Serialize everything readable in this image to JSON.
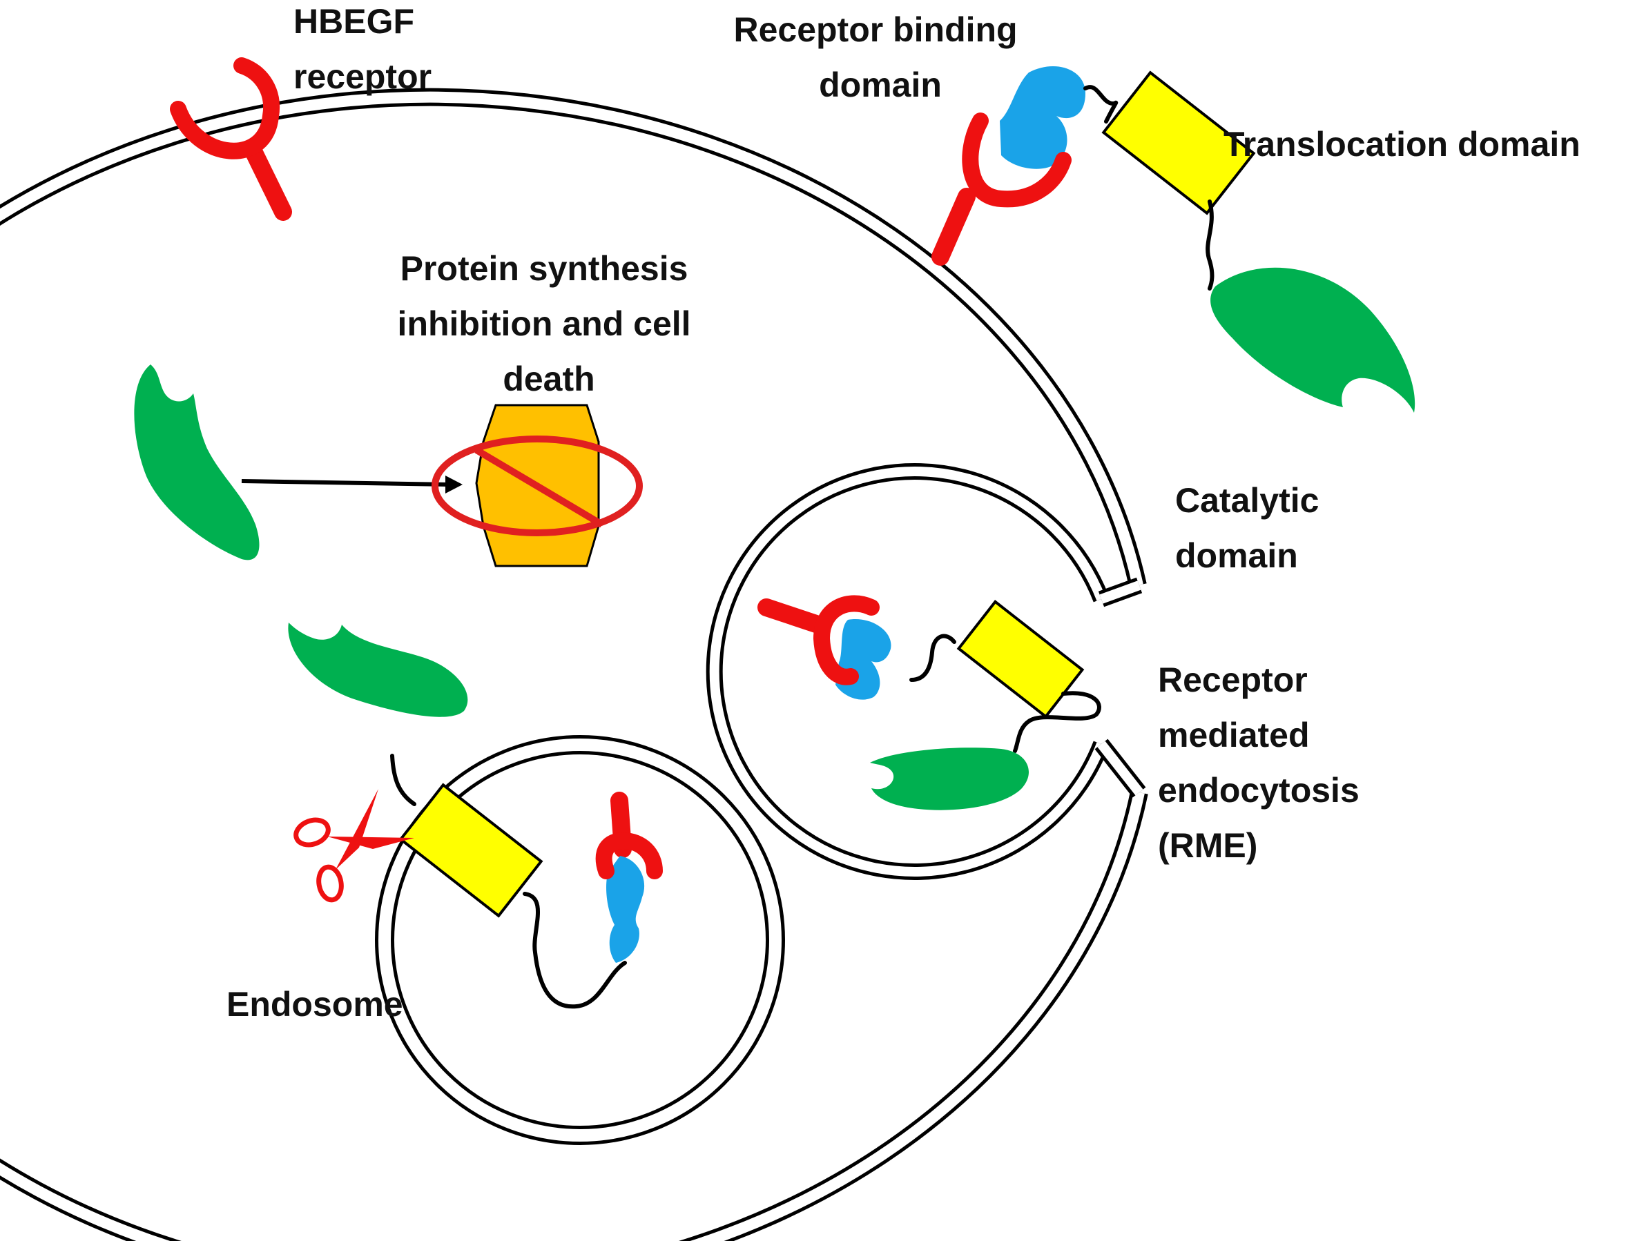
{
  "labels": {
    "hbegf_receptor": [
      "HBEGF",
      "receptor"
    ],
    "receptor_binding_domain": [
      "Receptor binding",
      "domain"
    ],
    "translocation_domain": [
      "Translocation domain"
    ],
    "protein_synthesis": [
      "Protein synthesis",
      "inhibition and cell",
      "death"
    ],
    "catalytic_domain": [
      "Catalytic",
      "domain"
    ],
    "rme": [
      "Receptor",
      "mediated",
      "endocytosis",
      "(RME)"
    ],
    "endosome": [
      "Endosome"
    ]
  },
  "colors": {
    "receptor": "#ee1111",
    "binding_domain": "#1aa3e8",
    "translocation_domain": "#ffff00",
    "catalytic_domain": "#00b050",
    "ribosome": "#ffc000",
    "inhibit_symbol": "#e02020",
    "membrane": "#000000"
  },
  "icons": {
    "scissors": "scissors-icon",
    "inhibition": "no-symbol-icon"
  }
}
